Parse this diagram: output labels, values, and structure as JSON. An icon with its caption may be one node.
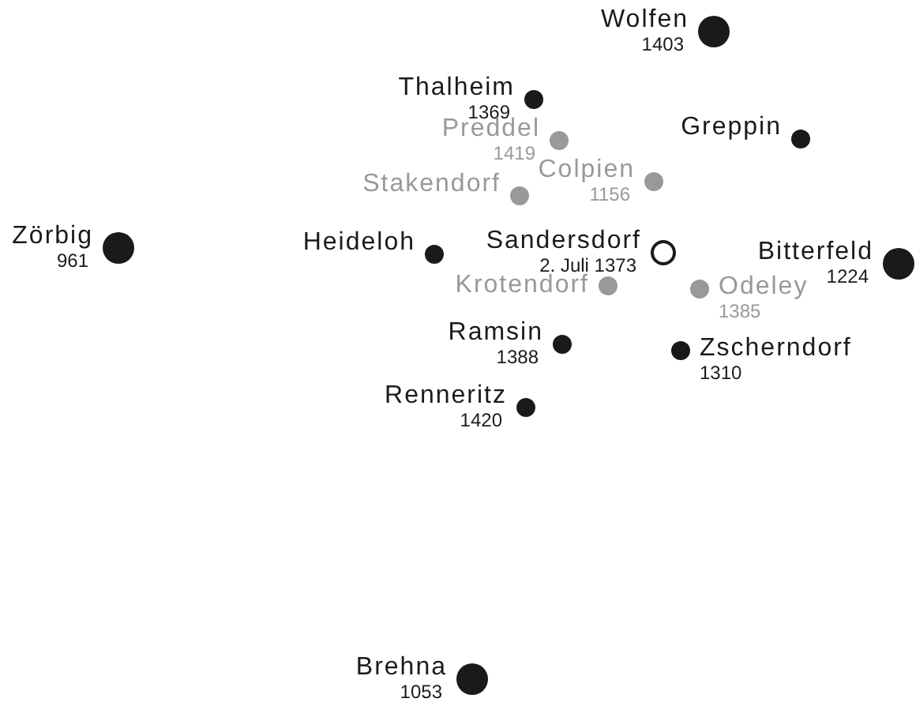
{
  "diagram": {
    "nodes": [
      {
        "text": [
          "Wolfen",
          "1403"
        ]
      },
      {
        "text": [
          "Thalheim",
          "1369"
        ]
      },
      {
        "text": [
          "Preddel",
          "1419"
        ]
      },
      {
        "text": [
          "Greppin"
        ]
      },
      {
        "text": [
          "Colpien",
          "1156"
        ]
      },
      {
        "text": [
          "Stakendorf"
        ]
      },
      {
        "text": [
          "Zörbig",
          "961"
        ]
      },
      {
        "text": [
          "Heideloh"
        ]
      },
      {
        "text": [
          "Sandersdorf",
          "2. Juli 1373"
        ]
      },
      {
        "text": [
          "Bitterfeld",
          "1224"
        ]
      },
      {
        "text": [
          "Krotendorf"
        ]
      },
      {
        "text": [
          "Odeley",
          "1385"
        ]
      },
      {
        "text": [
          "Ramsin",
          "1388"
        ]
      },
      {
        "text": [
          "Zscherndorf",
          "1310"
        ]
      },
      {
        "text": [
          "Renneritz",
          "1420"
        ]
      },
      {
        "text": [
          "Brehna",
          "1053"
        ]
      }
    ],
    "edges": []
  }
}
